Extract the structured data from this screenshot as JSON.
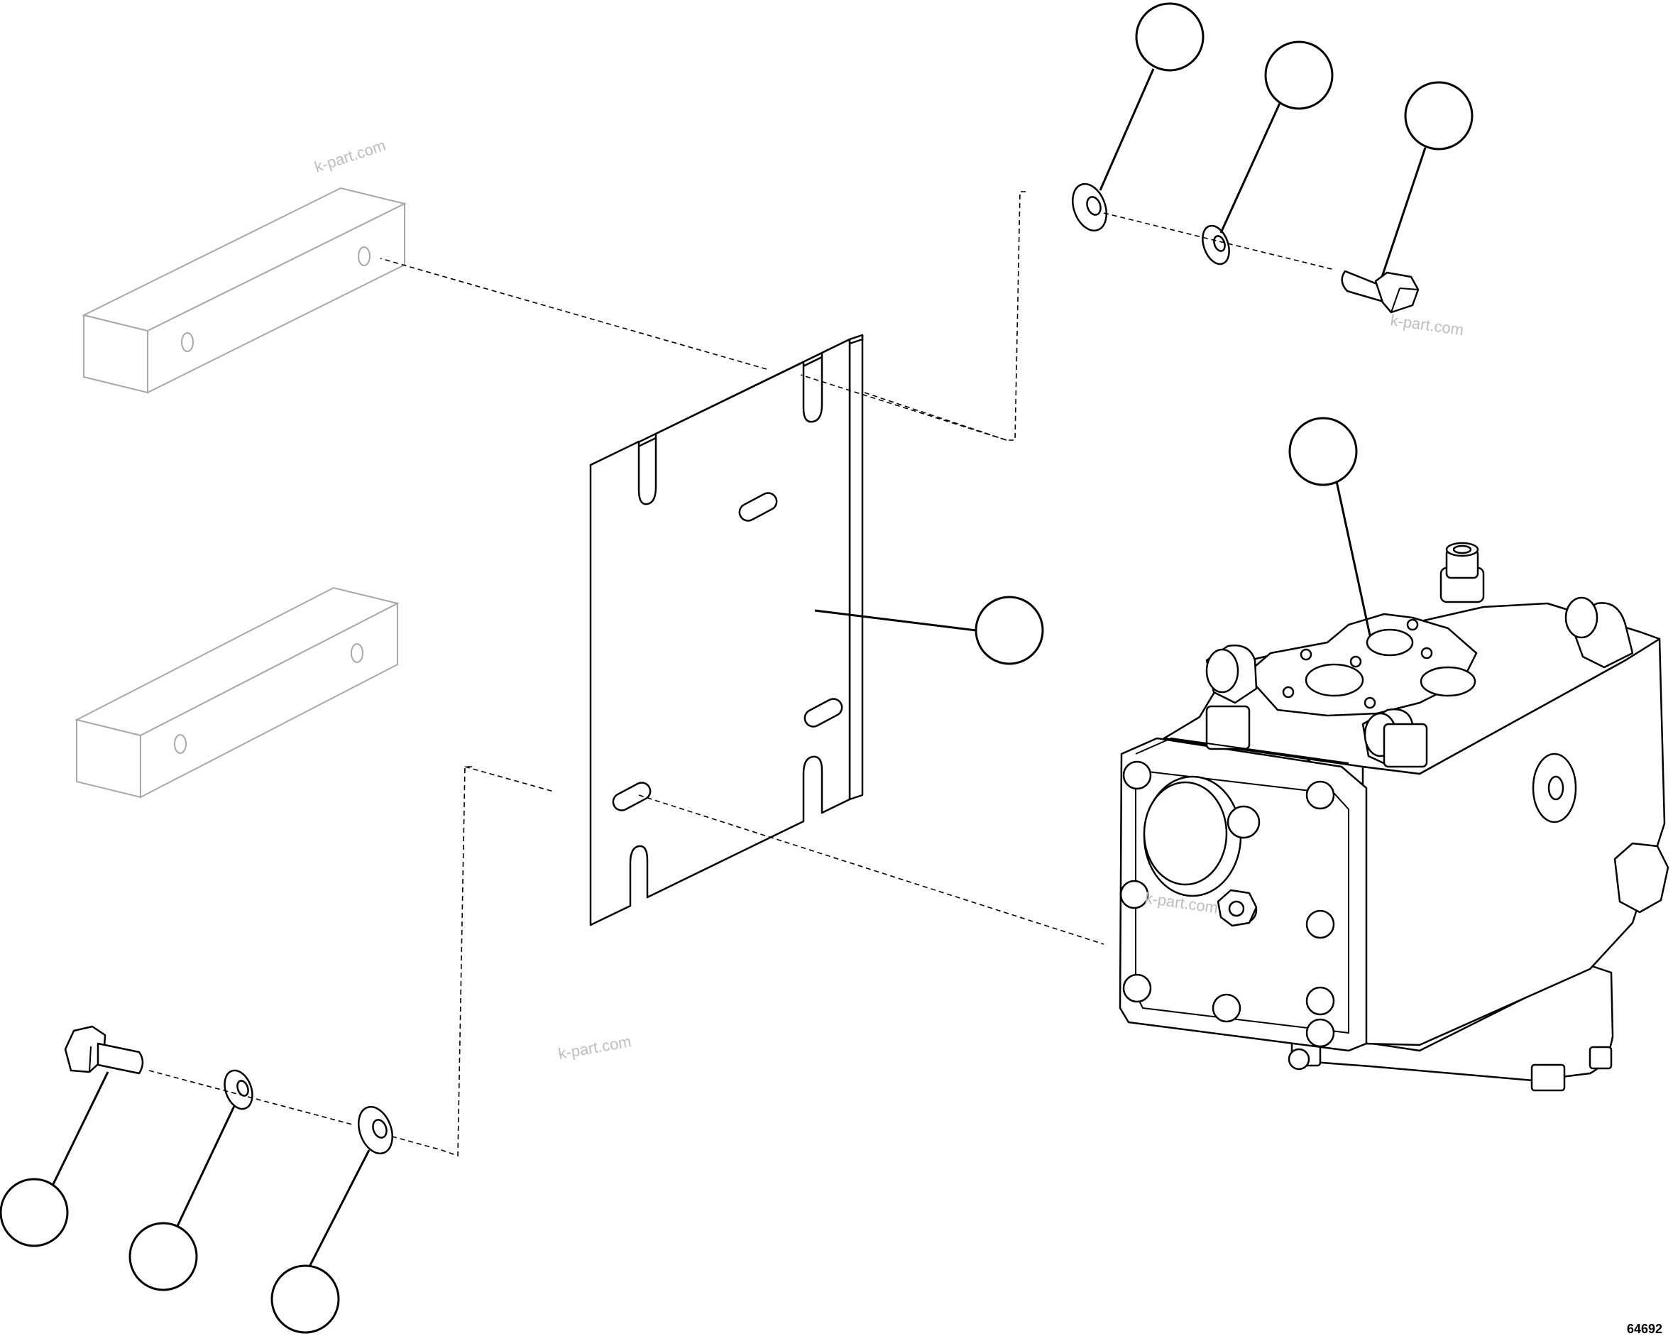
{
  "watermarks": [
    "k-part.com",
    "k-part.com",
    "k-part.com",
    "k-part.com"
  ],
  "drawing_number": "64692",
  "callouts": {
    "washer_top_flat": "",
    "washer_top_lock": "",
    "bolt_top": "",
    "pump_assembly": "",
    "mounting_plate": "",
    "bolt_bottom": "",
    "washer_bottom_lock": "",
    "washer_bottom_flat": ""
  }
}
